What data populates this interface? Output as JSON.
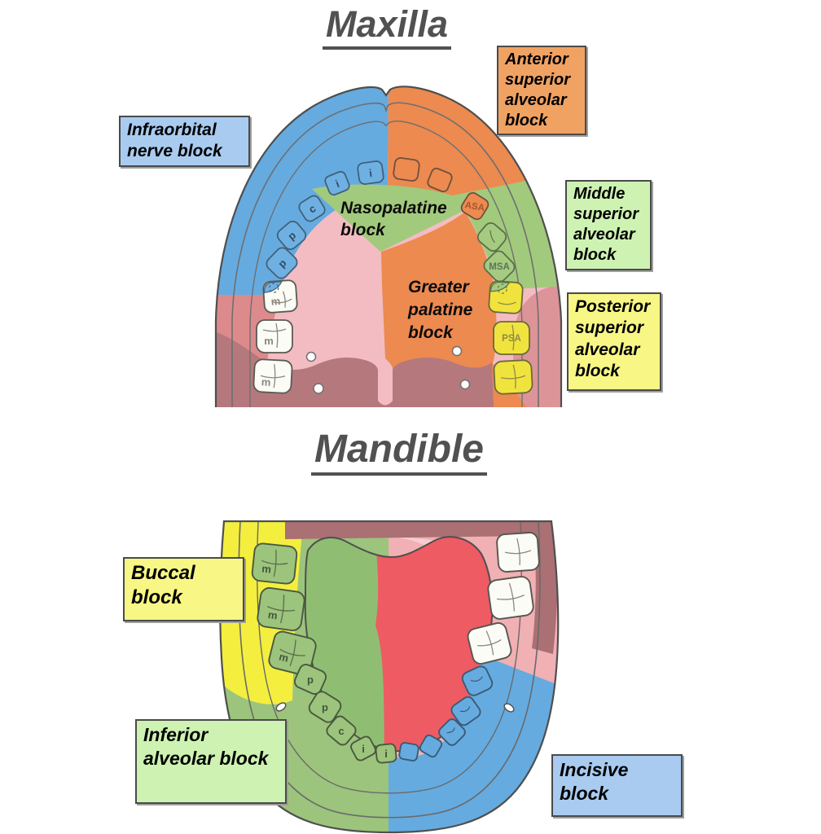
{
  "maxilla": {
    "title": "Maxilla",
    "callouts": {
      "infraorbital": {
        "label": "Infraorbital nerve block",
        "bg": "#a9cbf0"
      },
      "anterior_superior_alveolar": {
        "label": "Anterior superior alveolar block",
        "bg": "#f0a263"
      },
      "middle_superior_alveolar": {
        "label": "Middle superior alveolar block",
        "bg": "#cdf2b2"
      },
      "posterior_superior_alveolar": {
        "label": "Posterior superior alveolar block",
        "bg": "#f8f685"
      }
    },
    "inline_labels": {
      "nasopalatine": [
        "Nasopalatine",
        "block"
      ],
      "greater_palatine": [
        "Greater",
        "palatine",
        "block"
      ]
    },
    "tooth_labels": {
      "left": [
        "i",
        "i",
        "c",
        "p",
        "p",
        "m",
        "m",
        "m"
      ],
      "right": [
        "ASA",
        "MSA",
        "PSA"
      ]
    },
    "region_colors": {
      "infraorbital_blue": "#65abe0",
      "asa_orange": "#ec8a50",
      "msa_green": "#a2ca7d",
      "psa_yellow": "#f1e33d",
      "palate_pink": "#f3bcc2",
      "throat_maroon": "#b5797d"
    }
  },
  "mandible": {
    "title": "Mandible",
    "callouts": {
      "buccal": {
        "label": "Buccal block",
        "bg": "#f8f685"
      },
      "inferior_alveolar": {
        "label": "Inferior alveolar block",
        "bg": "#cdf2b2"
      },
      "incisive": {
        "label": "Incisive block",
        "bg": "#a9cbf0"
      }
    },
    "tooth_labels": {
      "left": [
        "m",
        "m",
        "m",
        "p",
        "p",
        "c",
        "i",
        "i"
      ]
    },
    "region_colors": {
      "buccal_yellow": "#f4ee3f",
      "inferior_alveolar_green": "#9cc47c",
      "incisive_blue": "#65abe0",
      "tongue_red": "#ee5b63",
      "gum_pink": "#f8ccd1",
      "throat_maroon": "#aa7073"
    }
  }
}
